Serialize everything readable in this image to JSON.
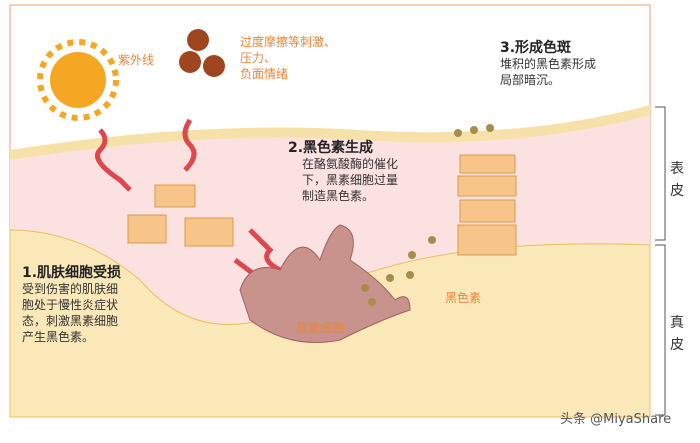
{
  "sun_label": "紫外线",
  "stimulus_label": [
    "过度摩擦等刺激、",
    "压力、",
    "负面情绪"
  ],
  "step1": {
    "title": "1.肌肤细胞受损",
    "body": [
      "受到伤害的肌肤细",
      "胞处于慢性炎症状",
      "态，刺激黑素细胞",
      "产生黑色素。"
    ]
  },
  "step2": {
    "title": "2.黑色素生成",
    "body": [
      "在酪氨酸酶的催化",
      "下，黑素细胞过量",
      "制造黑色素。"
    ]
  },
  "step3": {
    "title": "3.形成色斑",
    "body": [
      "堆积的黑色素形成",
      "局部暗沉。"
    ]
  },
  "melanocyte_label": "黑素细胞",
  "melanin_label": "黑色素",
  "layers": {
    "epidermis": "表\n皮",
    "epidermis_chars": [
      "表",
      "皮"
    ],
    "dermis_chars": [
      "真",
      "皮"
    ]
  },
  "watermark": "头条 @MiyaShare"
}
